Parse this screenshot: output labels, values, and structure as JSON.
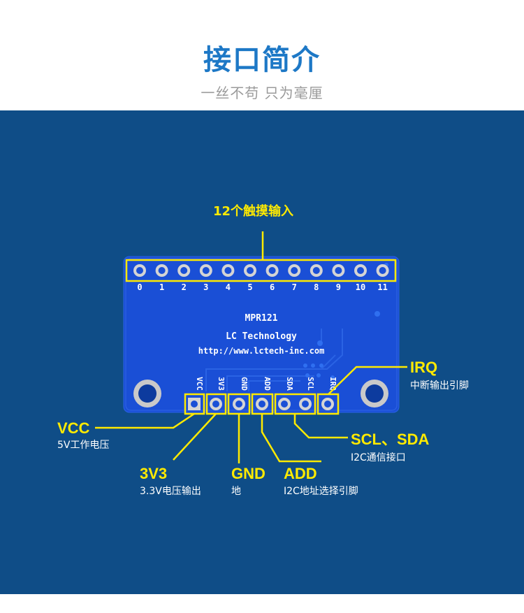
{
  "header": {
    "title": "接口简介",
    "subtitle": "一丝不苟 只为毫厘"
  },
  "board": {
    "silk_model": "MPR121",
    "silk_brand": "LC Technology",
    "silk_url": "http://www.lctech-inc.com",
    "electrode_numbers": [
      "0",
      "1",
      "2",
      "3",
      "4",
      "5",
      "6",
      "7",
      "8",
      "9",
      "10",
      "11"
    ],
    "pin_labels": [
      "VCC",
      "3V3",
      "GND",
      "ADD",
      "SDA",
      "SCL",
      "IRQ"
    ]
  },
  "callouts": {
    "touch_inputs": "12个触摸输入",
    "irq": {
      "name": "IRQ",
      "desc": "中断输出引脚"
    },
    "vcc": {
      "name": "VCC",
      "desc": "5V工作电压"
    },
    "scl_sda": {
      "name": "SCL、SDA",
      "desc": "I2C通信接口"
    },
    "v3": {
      "name": "3V3",
      "desc": "3.3V电压输出"
    },
    "gnd": {
      "name": "GND",
      "desc": "地"
    },
    "add": {
      "name": "ADD",
      "desc": "I2C地址选择引脚"
    }
  },
  "colors": {
    "panel": "#0f4d87",
    "pcb": "#1a4fd6",
    "highlight": "#ffea00",
    "title": "#1d78c6"
  }
}
